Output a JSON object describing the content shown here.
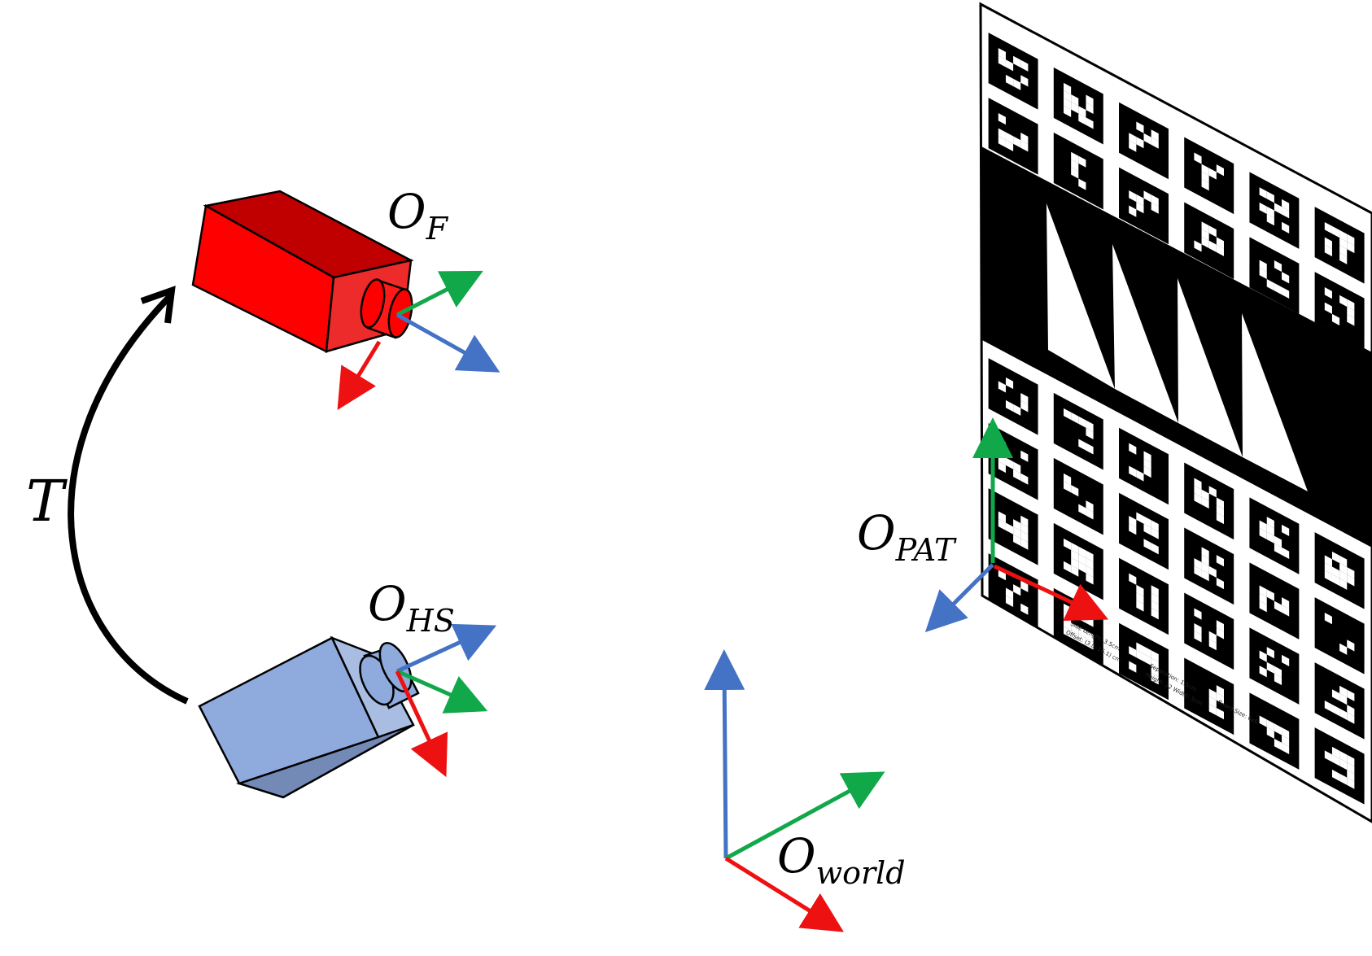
{
  "labels": {
    "transform": "T",
    "frame_f_main": "O",
    "frame_f_sub": "F",
    "frame_hs_main": "O",
    "frame_hs_sub": "HS",
    "frame_pat_main": "O",
    "frame_pat_sub": "PAT",
    "frame_world_main": "O",
    "frame_world_sub": "world"
  },
  "pattern_footer": {
    "line1": "Side Length: 3.5cm",
    "line2": "Separation: 1.5cm",
    "line3": "Board Size: 6x6",
    "line4": "Offset: (3.0, 16.1) cm",
    "line5": "Height: 22 Width: 5cm"
  },
  "colors": {
    "x_axis": "#ee1111",
    "y_axis": "#11a84a",
    "z_axis": "#4472c4",
    "camera_f": "#ff0000",
    "camera_hs": "#8faadc"
  }
}
